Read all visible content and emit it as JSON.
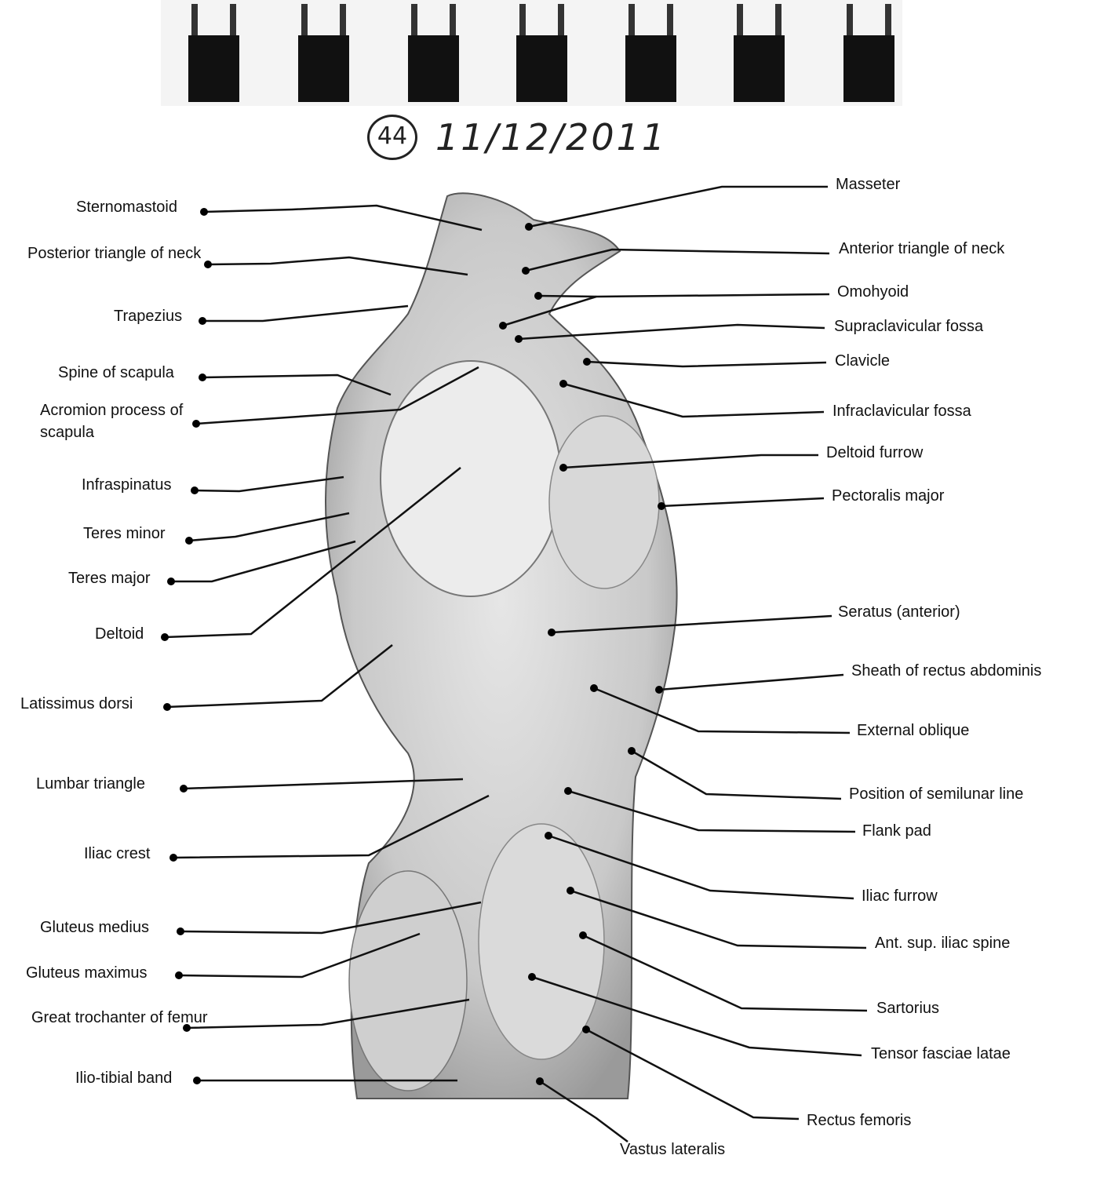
{
  "header": {
    "page_number": "44",
    "date": "11/12/2011"
  },
  "labels_left": [
    "Sternomastoid",
    "Posterior triangle of neck",
    "Trapezius",
    "Spine of scapula",
    "Acromion process of scapula",
    "Infraspinatus",
    "Teres minor",
    "Teres major",
    "Deltoid",
    "Latissimus dorsi",
    "Lumbar triangle",
    "Iliac crest",
    "Gluteus medius",
    "Gluteus maximus",
    "Great trochanter of femur",
    "Ilio-tibial band"
  ],
  "labels_right": [
    "Masseter",
    "Anterior triangle of neck",
    "Omohyoid",
    "Supraclavicular fossa",
    "Clavicle",
    "Infraclavicular fossa",
    "Deltoid furrow",
    "Pectoralis major",
    "Seratus (anterior)",
    "Sheath of rectus abdominis",
    "External oblique",
    "Position of semilunar line",
    "Flank pad",
    "Iliac furrow",
    "Ant. sup. iliac spine",
    "Sartorius",
    "Tensor fasciae latae",
    "Rectus femoris",
    "Vastus lateralis"
  ]
}
